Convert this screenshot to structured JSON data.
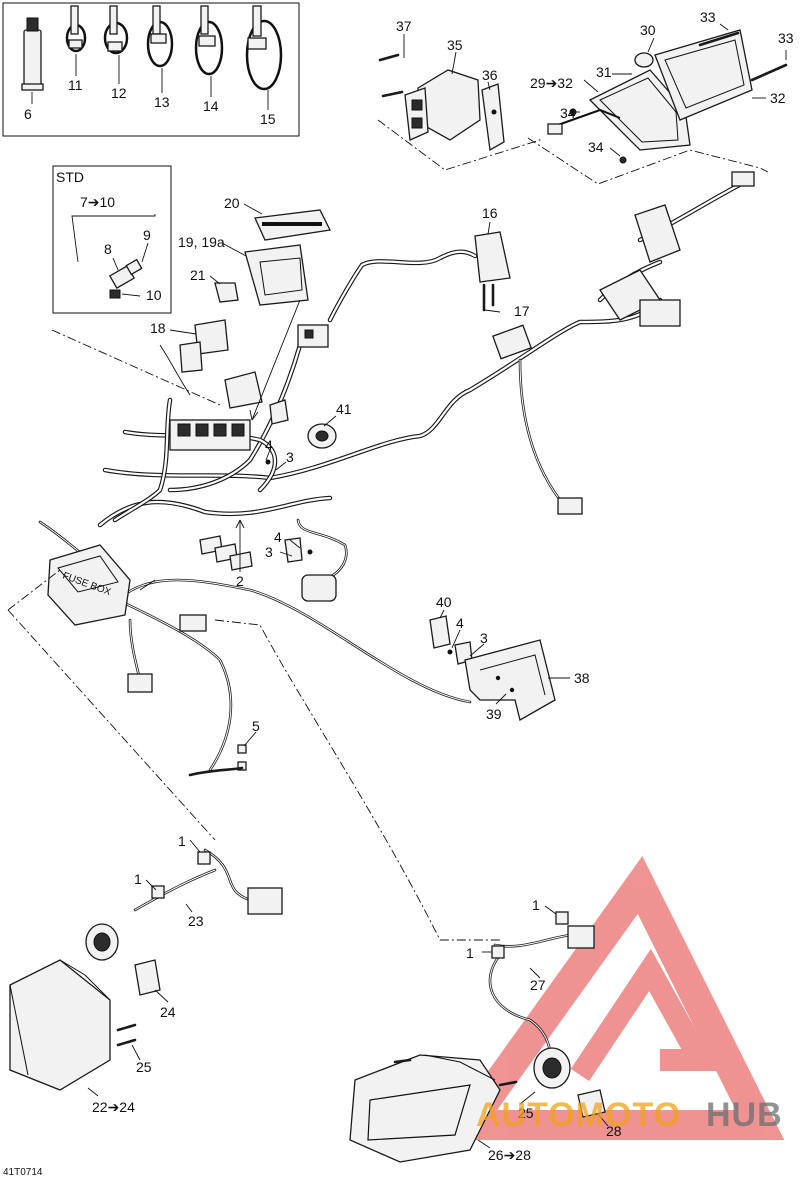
{
  "diagram_code": "41T0714",
  "std_box": {
    "title": "STD",
    "range": "7➔10"
  },
  "callouts": {
    "c1": "1",
    "c2": "2",
    "c3": "3",
    "c4": "4",
    "c5": "5",
    "c6": "6",
    "c8": "8",
    "c9": "9",
    "c10": "10",
    "c11": "11",
    "c12": "12",
    "c13": "13",
    "c14": "14",
    "c15": "15",
    "c16": "16",
    "c17": "17",
    "c18": "18",
    "c19": "19, 19a",
    "c20": "20",
    "c21": "21",
    "c22": "22➔24",
    "c23": "23",
    "c24": "24",
    "c25": "25",
    "c26": "26➔28",
    "c27": "27",
    "c28": "28",
    "c29": "29➔32",
    "c30": "30",
    "c31": "31",
    "c32": "32",
    "c33": "33",
    "c34": "34",
    "c35": "35",
    "c36": "36",
    "c37": "37",
    "c38": "38",
    "c39": "39",
    "c40": "40",
    "c41": "41"
  },
  "fusebox_label": "FUSE BOX",
  "watermark": {
    "part1": "AUTOMOTO",
    "part2": "HUB",
    "accent_color": "#e23a3a",
    "secondary_color": "#f2a21a"
  }
}
